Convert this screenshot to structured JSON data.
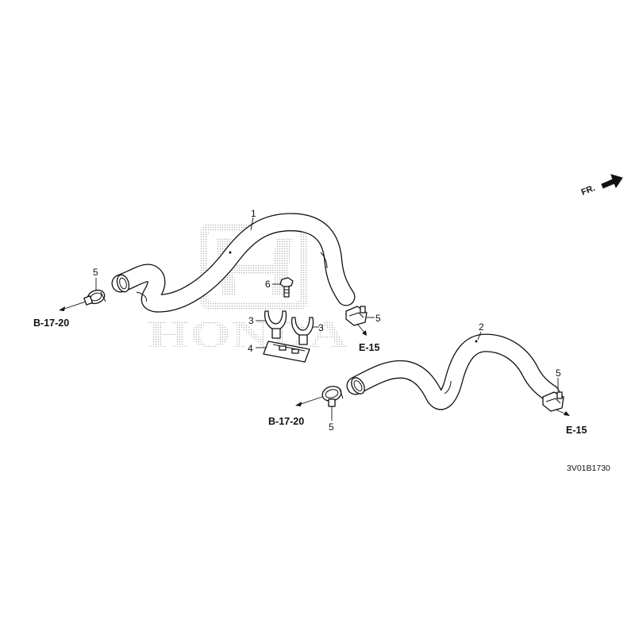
{
  "watermark": {
    "brand_text": "HONDA"
  },
  "direction_marker": {
    "label": "FR."
  },
  "callouts": {
    "hose_upper": "1",
    "hose_lower": "2",
    "clip_left": "3",
    "clip_right": "3",
    "bracket": "4",
    "clamp_upper_left": "5",
    "clamp_upper_right": "5",
    "clamp_lower_left": "5",
    "clamp_lower_right": "5",
    "bolt": "6"
  },
  "references": {
    "upper_left": "B-17-20",
    "upper_right": "E-15",
    "lower_left": "B-17-20",
    "lower_right": "E-15"
  },
  "diagram_code": "3V01B1730"
}
